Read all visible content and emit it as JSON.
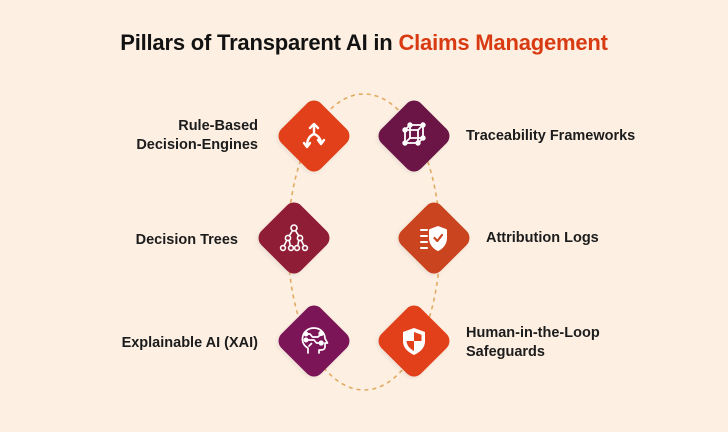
{
  "title": {
    "prefix": "Pillars of Transparent AI in ",
    "highlight": "Claims Management"
  },
  "colors": {
    "background": "#fdf0e3",
    "accent": "#d83a12",
    "red": "#e2401a",
    "purple": "#6b1446",
    "crimson": "#8f1d36",
    "orange": "#c9441f",
    "magenta": "#7c1558",
    "ring": "#e2ab63"
  },
  "pillars": [
    {
      "lines": [
        "Rule-Based",
        "Decision-Engines"
      ],
      "icon": "split-arrows-icon",
      "color": "red"
    },
    {
      "lines": [
        "Traceability Frameworks"
      ],
      "icon": "network-cube-icon",
      "color": "purple"
    },
    {
      "lines": [
        "Decision Trees"
      ],
      "icon": "tree-network-icon",
      "color": "crimson"
    },
    {
      "lines": [
        "Attribution Logs"
      ],
      "icon": "shield-check-icon",
      "color": "orange"
    },
    {
      "lines": [
        "Explainable AI (XAI)"
      ],
      "icon": "ai-head-icon",
      "color": "magenta"
    },
    {
      "lines": [
        "Human-in-the-Loop",
        "Safeguards"
      ],
      "icon": "shield-icon",
      "color": "red"
    }
  ]
}
